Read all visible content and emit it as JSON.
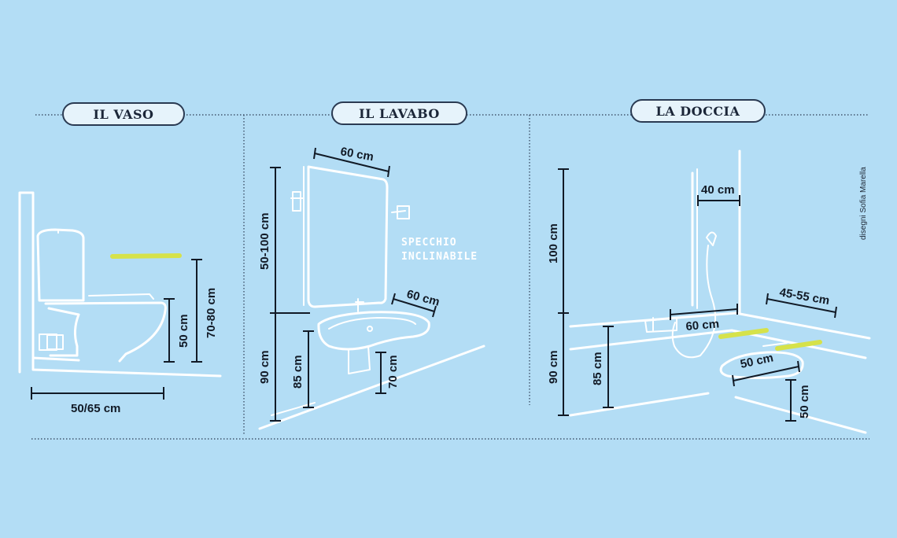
{
  "sections": {
    "vaso": {
      "title": "IL VASO"
    },
    "lavabo": {
      "title": "IL LAVABO"
    },
    "doccia": {
      "title": "LA DOCCIA"
    }
  },
  "labels": {
    "vaso_width": "50/65 cm",
    "vaso_seat_height": "50 cm",
    "vaso_bar_height": "70-80 cm",
    "mirror_width": "60 cm",
    "mirror_height": "50-100 cm",
    "mirror_note_1": "SPECCHIO",
    "mirror_note_2": "INCLINABILE",
    "sink_depth": "60 cm",
    "sink_height_90": "90 cm",
    "sink_height_85": "85 cm",
    "sink_height_70": "70 cm",
    "shower_bar_width": "40 cm",
    "shower_height_100": "100 cm",
    "shower_height_90": "90 cm",
    "shower_height_85": "85 cm",
    "shower_seat_span": "60 cm",
    "shower_side": "45-55 cm",
    "shower_seat_width": "50 cm",
    "shower_seat_height": "50 cm"
  },
  "credit": "disegni Sofia Marella",
  "colors": {
    "background": "#b3ddf5",
    "line": "#ffffff",
    "dimension": "#111a26",
    "grab_bar": "#d6e24a"
  }
}
